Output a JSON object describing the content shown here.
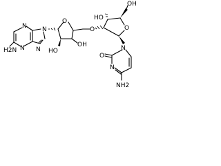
{
  "molecule": {
    "adenine": {
      "amine": "H2N",
      "n_top": "N",
      "n_left": "N",
      "n_bottom": "N",
      "n_glyc": "N"
    },
    "ribose_left": {
      "ring_o": "O",
      "oh_bottom": "HO",
      "oh_right": "OH",
      "link_o": "O"
    },
    "ribose_right": {
      "oh_top": "HO",
      "ch2oh": "OH",
      "ring_o": "O"
    },
    "cytosine": {
      "carbonyl_o": "O",
      "n1": "N",
      "n3": "N",
      "amine": "NH2"
    }
  }
}
